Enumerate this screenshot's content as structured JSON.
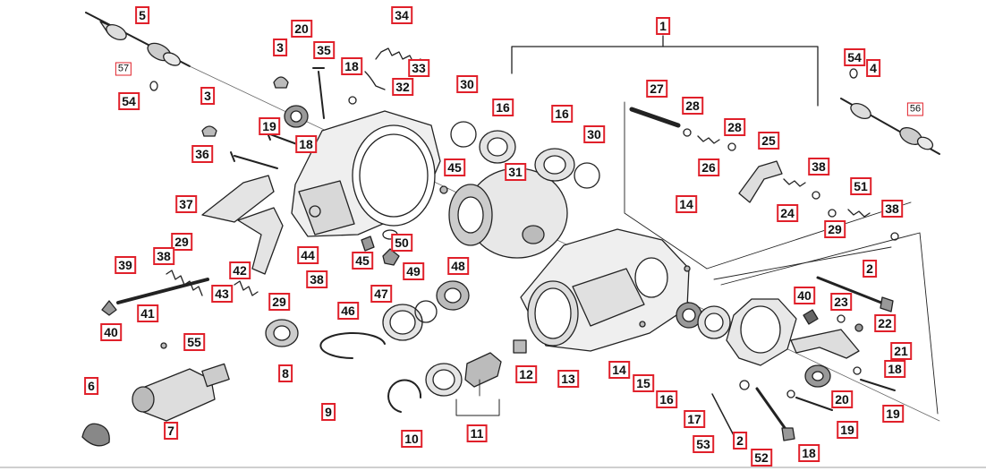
{
  "diagram": {
    "background": "#ffffff",
    "callout_color": "#e0202a",
    "callouts": [
      {
        "id": "c1",
        "text": "1"
      },
      {
        "id": "c5",
        "text": "5"
      },
      {
        "id": "c57",
        "text": "57"
      },
      {
        "id": "c54a",
        "text": "54"
      },
      {
        "id": "c20a",
        "text": "20"
      },
      {
        "id": "c3a",
        "text": "3"
      },
      {
        "id": "c35",
        "text": "35"
      },
      {
        "id": "c18a",
        "text": "18"
      },
      {
        "id": "c34",
        "text": "34"
      },
      {
        "id": "c33",
        "text": "33"
      },
      {
        "id": "c32",
        "text": "32"
      },
      {
        "id": "c3b",
        "text": "3"
      },
      {
        "id": "c30a",
        "text": "30"
      },
      {
        "id": "c16a",
        "text": "16"
      },
      {
        "id": "c16b",
        "text": "16"
      },
      {
        "id": "c30b",
        "text": "30"
      },
      {
        "id": "c27",
        "text": "27"
      },
      {
        "id": "c28a",
        "text": "28"
      },
      {
        "id": "c28b",
        "text": "28"
      },
      {
        "id": "c54b",
        "text": "54"
      },
      {
        "id": "c4",
        "text": "4"
      },
      {
        "id": "c56",
        "text": "56"
      },
      {
        "id": "c19a",
        "text": "19"
      },
      {
        "id": "c18b",
        "text": "18"
      },
      {
        "id": "c36",
        "text": "36"
      },
      {
        "id": "c45a",
        "text": "45"
      },
      {
        "id": "c31",
        "text": "31"
      },
      {
        "id": "c26",
        "text": "26"
      },
      {
        "id": "c25",
        "text": "25"
      },
      {
        "id": "c38a",
        "text": "38"
      },
      {
        "id": "c51",
        "text": "51"
      },
      {
        "id": "c24",
        "text": "24"
      },
      {
        "id": "c29a",
        "text": "29"
      },
      {
        "id": "c38b",
        "text": "38"
      },
      {
        "id": "c37",
        "text": "37"
      },
      {
        "id": "c14a",
        "text": "14"
      },
      {
        "id": "c29b",
        "text": "29"
      },
      {
        "id": "c38c",
        "text": "38"
      },
      {
        "id": "c50",
        "text": "50"
      },
      {
        "id": "c45b",
        "text": "45"
      },
      {
        "id": "c49",
        "text": "49"
      },
      {
        "id": "c44",
        "text": "44"
      },
      {
        "id": "c42",
        "text": "42"
      },
      {
        "id": "c39",
        "text": "39"
      },
      {
        "id": "c48",
        "text": "48"
      },
      {
        "id": "c38d",
        "text": "38"
      },
      {
        "id": "c2a",
        "text": "2"
      },
      {
        "id": "c43",
        "text": "43"
      },
      {
        "id": "c29c",
        "text": "29"
      },
      {
        "id": "c47",
        "text": "47"
      },
      {
        "id": "c41",
        "text": "41"
      },
      {
        "id": "c46",
        "text": "46"
      },
      {
        "id": "c40a",
        "text": "40"
      },
      {
        "id": "c23",
        "text": "23"
      },
      {
        "id": "c22",
        "text": "22"
      },
      {
        "id": "c40b",
        "text": "40"
      },
      {
        "id": "c55",
        "text": "55"
      },
      {
        "id": "c21",
        "text": "21"
      },
      {
        "id": "c8",
        "text": "8"
      },
      {
        "id": "c12",
        "text": "12"
      },
      {
        "id": "c14b",
        "text": "14"
      },
      {
        "id": "c13",
        "text": "13"
      },
      {
        "id": "c15",
        "text": "15"
      },
      {
        "id": "c18c",
        "text": "18"
      },
      {
        "id": "c6",
        "text": "6"
      },
      {
        "id": "c16c",
        "text": "16"
      },
      {
        "id": "c20b",
        "text": "20"
      },
      {
        "id": "c19b",
        "text": "19"
      },
      {
        "id": "c9",
        "text": "9"
      },
      {
        "id": "c17",
        "text": "17"
      },
      {
        "id": "c19c",
        "text": "19"
      },
      {
        "id": "c7",
        "text": "7"
      },
      {
        "id": "c10",
        "text": "10"
      },
      {
        "id": "c11",
        "text": "11"
      },
      {
        "id": "c53",
        "text": "53"
      },
      {
        "id": "c2b",
        "text": "2"
      },
      {
        "id": "c18d",
        "text": "18"
      },
      {
        "id": "c52",
        "text": "52"
      }
    ]
  }
}
